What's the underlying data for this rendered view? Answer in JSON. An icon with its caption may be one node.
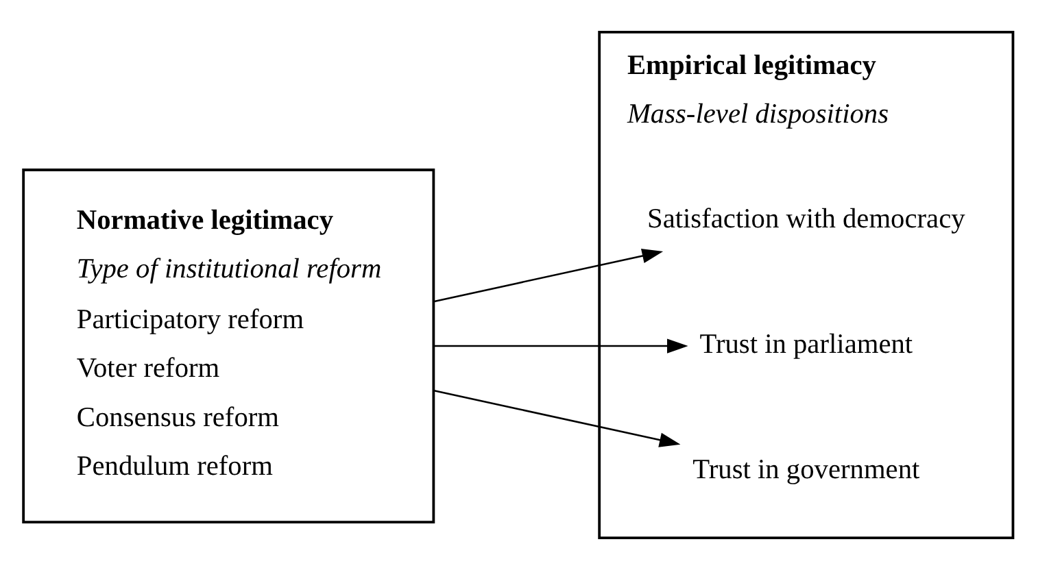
{
  "diagram": {
    "nodes": [
      {
        "text": [
          "Normative legitimacy",
          "Type of institutional reform",
          "Participatory reform",
          "Voter reform",
          "Consensus reform",
          "Pendulum reform"
        ]
      },
      {
        "text": [
          "Empirical legitimacy",
          "Mass-level dispositions"
        ]
      },
      {
        "text": [
          "Satisfaction with democracy"
        ],
        "in": 1
      },
      {
        "text": [
          "Trust in parliament"
        ],
        "in": 1
      },
      {
        "text": [
          "Trust in government"
        ],
        "in": 1
      }
    ],
    "edges": [
      {
        "from": 0,
        "to": 2,
        "arrow": "to"
      },
      {
        "from": 0,
        "to": 3,
        "arrow": "to"
      },
      {
        "from": 0,
        "to": 4,
        "arrow": "to"
      }
    ]
  }
}
